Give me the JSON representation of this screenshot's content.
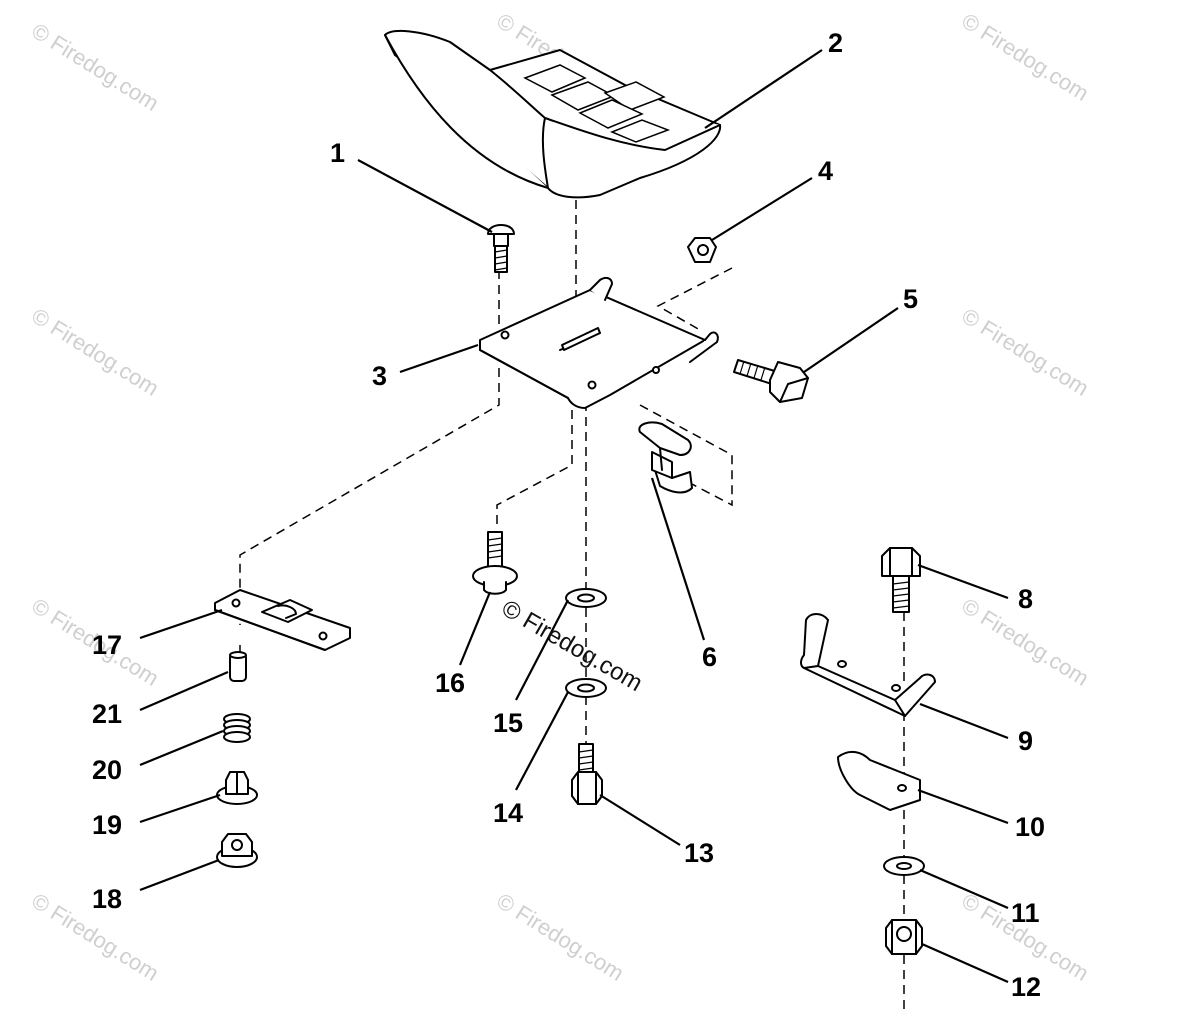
{
  "watermark": {
    "text": "© Firedog.com",
    "color": "#cfcfcf"
  },
  "center_watermark": "© Firedog.com",
  "callouts": {
    "c1": "1",
    "c2": "2",
    "c3": "3",
    "c4": "4",
    "c5": "5",
    "c6": "6",
    "c8": "8",
    "c9": "9",
    "c10": "10",
    "c11": "11",
    "c12": "12",
    "c13": "13",
    "c14": "14",
    "c15": "15",
    "c16": "16",
    "c17": "17",
    "c18": "18",
    "c19": "19",
    "c20": "20",
    "c21": "21"
  }
}
